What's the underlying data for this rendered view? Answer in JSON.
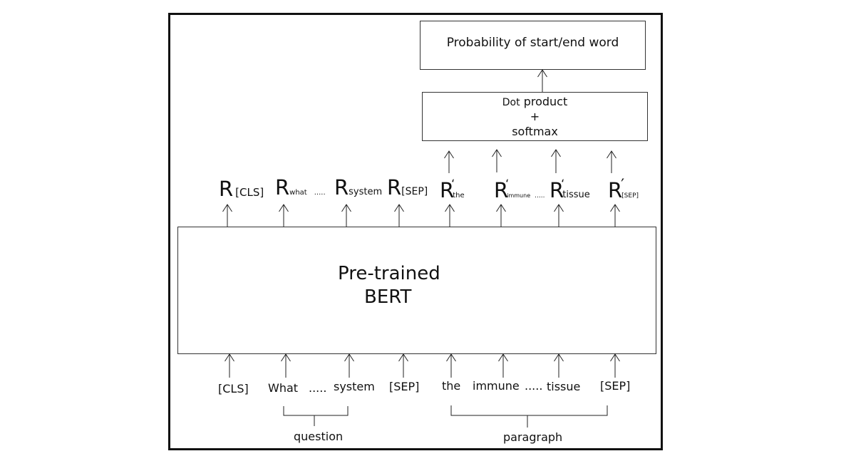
{
  "top_box": {
    "label": "Probability of start/end word"
  },
  "middle_box": {
    "line1_small": "Dot",
    "line1_rest": " product",
    "line2": "+",
    "line3": "softmax"
  },
  "bert_box": {
    "line1": "Pre-trained",
    "line2": "BERT"
  },
  "outputs": {
    "cls": {
      "r": "R",
      "sub": "[CLS]"
    },
    "what": {
      "r": "R",
      "sub": "what",
      "dots": "....."
    },
    "system": {
      "r": "R",
      "sub": "system"
    },
    "sep": {
      "r": "R",
      "sub": "[SEP]"
    },
    "the": {
      "r": "R",
      "prime": "‘",
      "sub": "the"
    },
    "immune": {
      "r": "R",
      "prime": "‘",
      "sub": "immune",
      "dots": "....."
    },
    "tissue": {
      "r": "R",
      "prime": "‘",
      "sub": "tissue"
    },
    "sep2": {
      "r": "R",
      "prime": "′",
      "sub": "[SEP]"
    }
  },
  "inputs": {
    "cls": "[CLS]",
    "what": "What",
    "dots1": ".....",
    "system": "system",
    "sep": "[SEP]",
    "the": "the",
    "immune": "immune",
    "dots2": ".....",
    "tissue": "tissue",
    "sep2": "[SEP]"
  },
  "groups": {
    "question": "question",
    "paragraph": "paragraph"
  }
}
